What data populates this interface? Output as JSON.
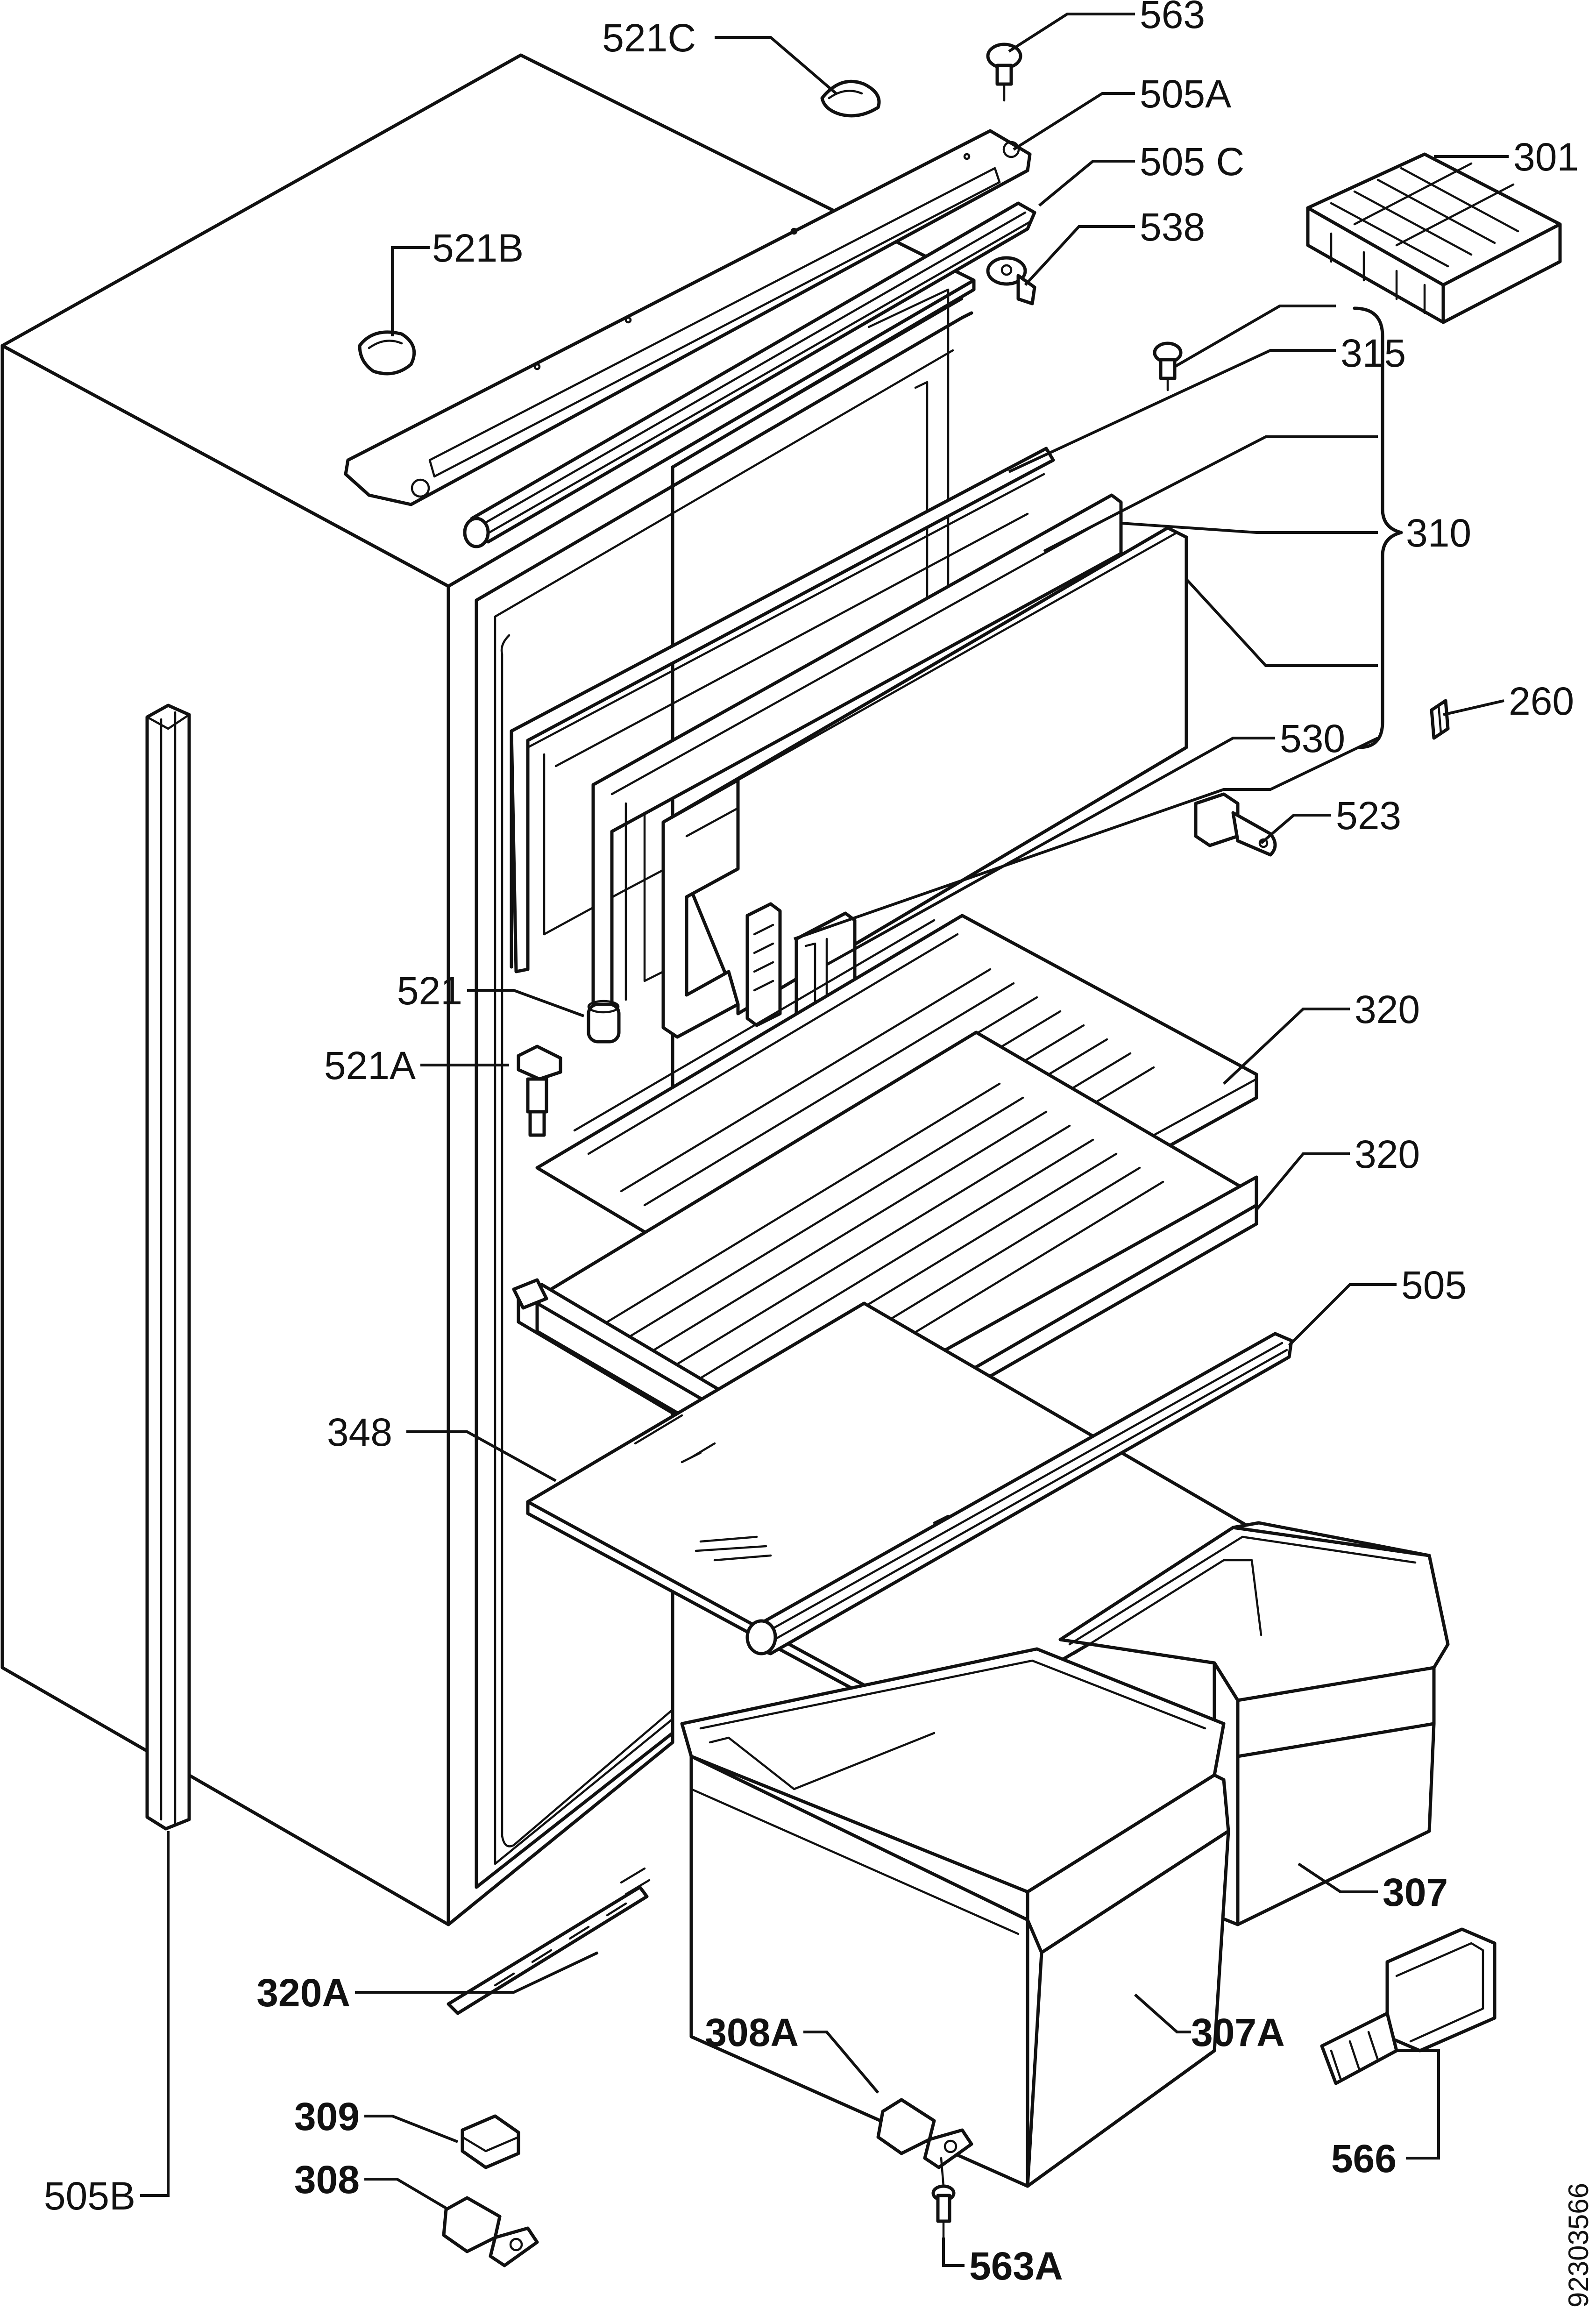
{
  "diagram": {
    "labels": {
      "p563": "563",
      "p521c": "521C",
      "p505a": "505A",
      "p505c": "505 C",
      "p301": "301",
      "p521b": "521B",
      "p538": "538",
      "p315": "315",
      "p310": "310",
      "p260": "260",
      "p530": "530",
      "p523": "523",
      "p521": "521",
      "p521a": "521A",
      "p320_top": "320",
      "p320_mid": "320",
      "p505": "505",
      "p348": "348",
      "p307": "307",
      "p307a": "307A",
      "p308a": "308A",
      "p320a": "320A",
      "p505b": "505B",
      "p309": "309",
      "p308": "308",
      "p566": "566",
      "p563a": "563A"
    },
    "document_number": "92303566"
  }
}
